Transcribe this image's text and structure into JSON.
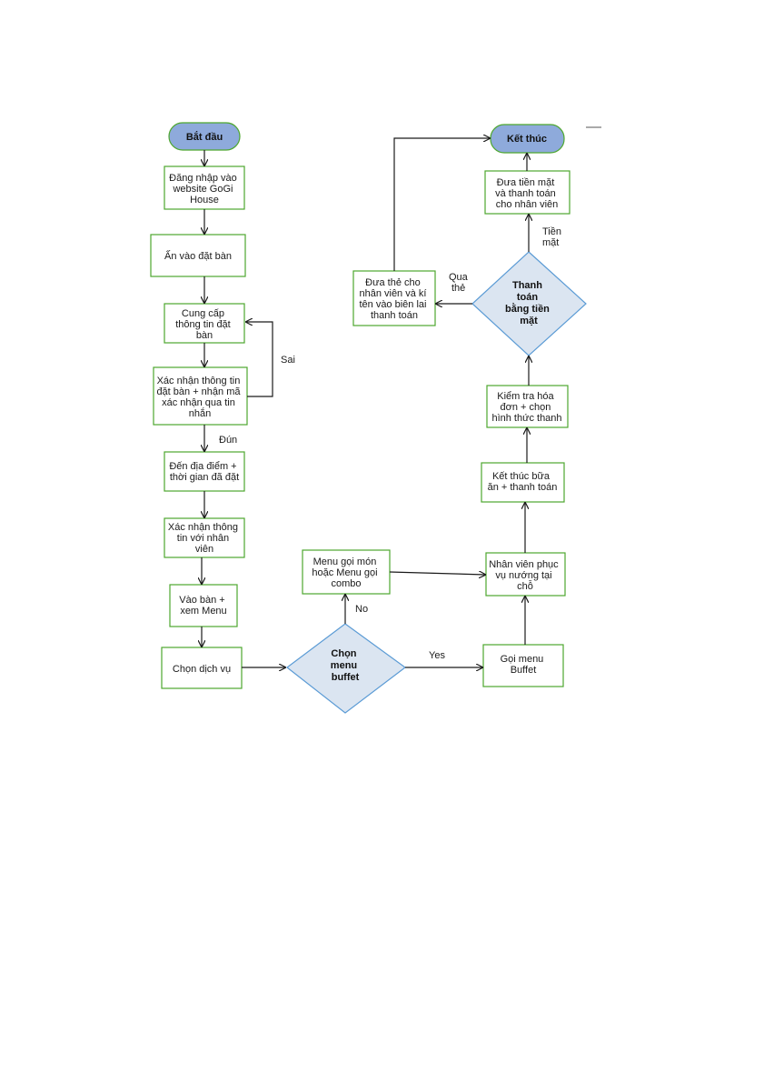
{
  "colors": {
    "box_border": "#4ea72e",
    "oval_fill": "#8eaadb",
    "diamond_fill": "#dbe5f1",
    "diamond_border": "#5b9bd5",
    "arrow": "#1a1a1a"
  },
  "nodes": {
    "start": "Bắt đầu",
    "login": [
      "Đăng nhập vào",
      "website GoGi",
      "House"
    ],
    "click_book": [
      "Ấn vào đặt bàn"
    ],
    "provide_info": [
      "Cung cấp",
      "thông tin đặt",
      "bàn"
    ],
    "confirm_info": [
      "Xác nhận thông tin",
      "đặt bàn + nhận mã",
      "xác nhận qua tin",
      "nhắn"
    ],
    "arrive": [
      "Đến địa điểm +",
      "thời gian đã đặt"
    ],
    "confirm_staff": [
      "Xác nhận thông",
      "tin với nhân",
      "viên"
    ],
    "seat_menu": [
      "Vào bàn +",
      "xem Menu"
    ],
    "choose_service": [
      "Chọn dịch vụ"
    ],
    "decision_buffet": [
      "Chọn",
      "menu",
      "buffet"
    ],
    "menu_order": [
      "Menu gọi món",
      "hoặc Menu gọi",
      "combo"
    ],
    "order_buffet": [
      "Gọi menu",
      "Buffet"
    ],
    "staff_grill": [
      "Nhân viên phục",
      "vụ nướng tại",
      "chỗ"
    ],
    "finish_meal": [
      "Kết thúc bữa",
      "ăn + thanh toán"
    ],
    "check_bill": [
      "Kiểm tra hóa",
      "đơn + chọn",
      "hình thức thanh"
    ],
    "decision_cash": [
      "Thanh",
      "toán",
      "bằng tiền",
      "mặt"
    ],
    "card_pay": [
      "Đưa thẻ cho",
      "nhân viên và kí",
      "tên vào biên lai",
      "thanh toán"
    ],
    "cash_pay": [
      "Đưa tiền mặt",
      "và thanh toán",
      "cho nhân viên"
    ],
    "end": "Kết thúc"
  },
  "edge_labels": {
    "wrong": "Sai",
    "correct": "Đún",
    "no": "No",
    "yes": "Yes",
    "card": [
      "Qua",
      "thẻ"
    ],
    "cash": [
      "Tiền",
      "mặt"
    ]
  }
}
